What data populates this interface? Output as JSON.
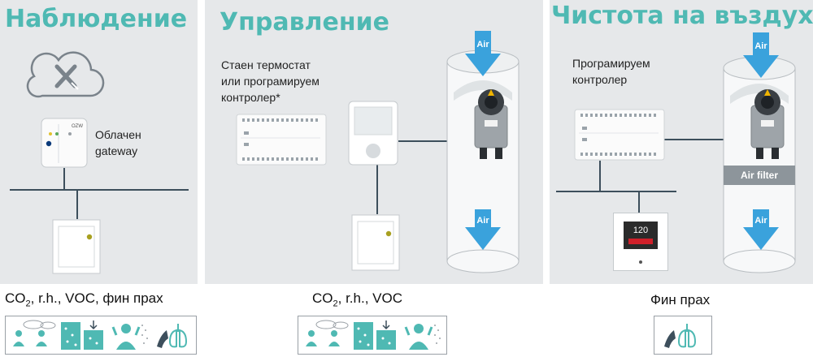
{
  "panels": [
    {
      "title": "Наблюдение",
      "labels": {
        "gateway_line1": "Облачен",
        "gateway_line2": "gateway",
        "device_brand": "OZW"
      },
      "caption": {
        "pre": "CO",
        "sub": "2",
        "post": ", r.h., VOC, фин прах"
      },
      "icons": [
        "people-chat-icon",
        "particles-box-icon",
        "breathing-person-icon",
        "lungs-hand-icon"
      ]
    },
    {
      "title": "Управление",
      "labels": {
        "thermostat_line1": "Стаен термостат",
        "thermostat_line2": "или програмируем",
        "thermostat_line3": "контролер*"
      },
      "air_top": "Air",
      "air_bottom": "Air",
      "caption": {
        "pre": "CO",
        "sub": "2",
        "post": ", r.h., VOC"
      },
      "icons": [
        "people-chat-icon",
        "particles-box-icon",
        "breathing-person-icon"
      ]
    },
    {
      "title": "Чистота на въздуха",
      "labels": {
        "controller_line1": "Програмируем",
        "controller_line2": "контролер"
      },
      "air_top": "Air",
      "air_filter": "Air filter",
      "air_bottom": "Air",
      "display_value": "120",
      "caption": {
        "text": "Фин прах"
      },
      "icons": [
        "lungs-hand-icon"
      ]
    }
  ],
  "colors": {
    "teal": "#4fb9b3",
    "arrow_blue": "#3aa2dc",
    "panel_bg": "#e6e8ea",
    "line": "#3d4f5c"
  }
}
